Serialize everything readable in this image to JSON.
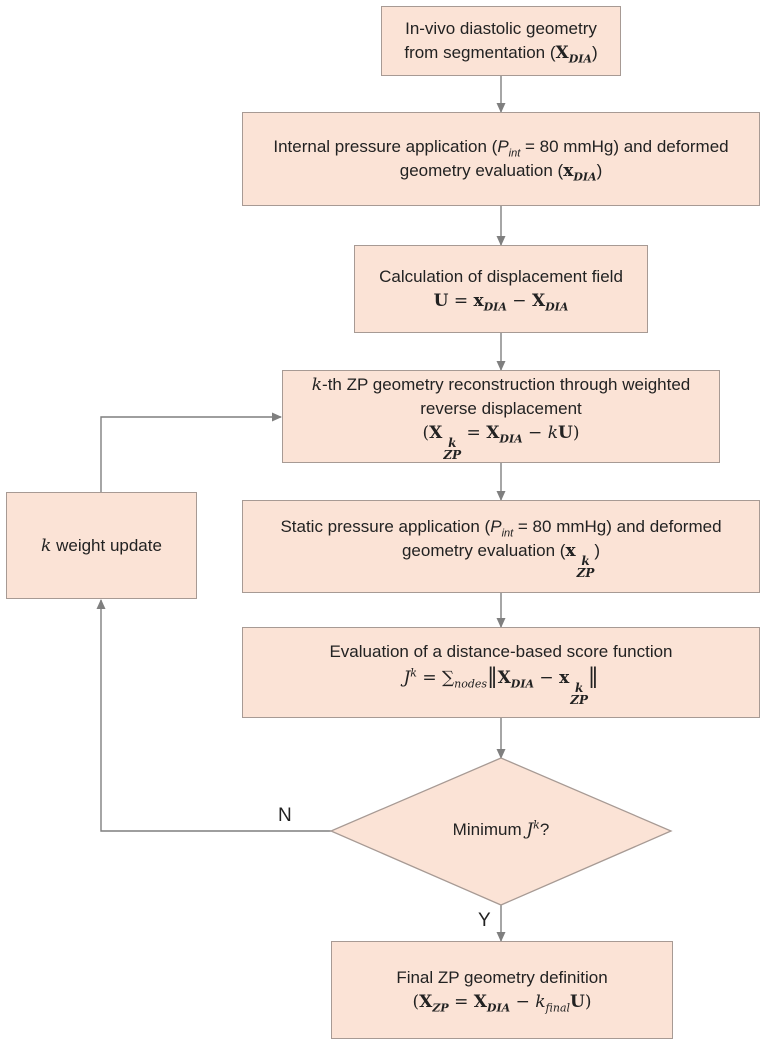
{
  "nodes": {
    "in_vivo": {
      "line1": "In-vivo diastolic geometry",
      "line2_text": "from segmentation (",
      "line2_close": ")"
    },
    "internal_pressure": {
      "line1_a": "Internal pressure application (",
      "line1_P": "P",
      "line1_sub": "int",
      "line1_b": " = 80 mmHg) and deformed",
      "line2_text": "geometry evaluation (",
      "line2_close": ")"
    },
    "displacement": {
      "line1": "Calculation of displacement field"
    },
    "kth_reconstruction": {
      "line1_k": "k",
      "line1_text": "-th ZP geometry reconstruction through weighted",
      "line2": "reverse displacement"
    },
    "static_pressure": {
      "line1_a": "Static pressure application (",
      "line1_P": "P",
      "line1_sub": "int",
      "line1_b": " = 80 mmHg) and deformed",
      "line2_text": "geometry evaluation ("
    },
    "score_function": {
      "line1": "Evaluation of a distance-based score function",
      "sum_sub": "nodes"
    },
    "decision": {
      "text": "Minimum "
    },
    "final_zp": {
      "line1": "Final ZP geometry definition",
      "final_sub": "final"
    },
    "weight_update": {
      "k": "k",
      "text": " weight update"
    }
  },
  "edges": {
    "no_label": "N",
    "yes_label": "Y"
  },
  "math_symbols": {
    "X": "X",
    "x": "x",
    "U": "U",
    "J": "J",
    "k": "k",
    "DIA": "DIA",
    "ZP": "ZP",
    "equals": "=",
    "minus": "−",
    "sum": "∑",
    "paren_open": "(",
    "paren_close": ")",
    "question": "?"
  },
  "colors": {
    "box_fill": "#fbe3d6",
    "box_border": "#a79a94",
    "arrow": "#7f7f7f"
  }
}
